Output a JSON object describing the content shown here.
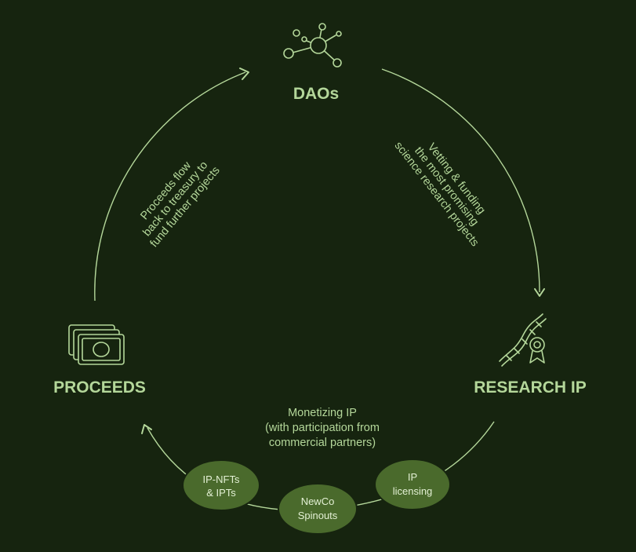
{
  "nodes": {
    "daos": "DAOs",
    "research_ip": "RESEARCH IP",
    "proceeds": "PROCEEDS"
  },
  "edges": {
    "daos_to_research": [
      "Vetting & funding",
      "the most promising",
      "science research projects"
    ],
    "proceeds_to_daos": [
      "Proceeds flow",
      "back to treasury to",
      "fund further projects"
    ],
    "research_to_proceeds": [
      "Monetizing IP",
      "(with participation from",
      "commercial partners)"
    ]
  },
  "pills": {
    "ip_nfts": [
      "IP-NFTs",
      "& IPTs"
    ],
    "newco": [
      "NewCo",
      "Spinouts"
    ],
    "licensing": [
      "IP",
      "licensing"
    ]
  },
  "icons": {
    "daos": "network-nodes-icon",
    "research_ip": "dna-certificate-icon",
    "proceeds": "banknotes-icon"
  },
  "colors": {
    "background": "#16240f",
    "accent": "#b4d79a",
    "pill": "#4a6a2c",
    "pill_text": "#e3f0d4"
  }
}
